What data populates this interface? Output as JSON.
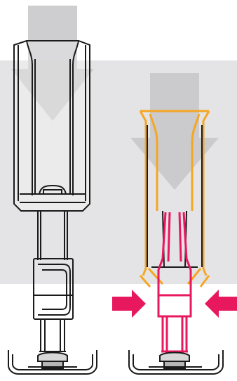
{
  "diagram": {
    "panels": [
      {
        "id": "left",
        "state": "at-rest",
        "outline_color": "#1a1a1a"
      },
      {
        "id": "right",
        "state": "compressed",
        "sleeve_color": "#f5a623",
        "clip_color": "#e8185e"
      }
    ],
    "colors": {
      "background_panel": "#e4e4e6",
      "arrow_fill": "#c9c9cb",
      "push_arrow": "#e8185e",
      "outline": "#1a1a1a",
      "sleeve_orange": "#f5a623",
      "clip_magenta": "#e8185e",
      "base_gray": "#9a9a9a"
    },
    "icons": [
      "down-arrow-icon",
      "right-arrow-icon",
      "left-arrow-icon"
    ]
  }
}
